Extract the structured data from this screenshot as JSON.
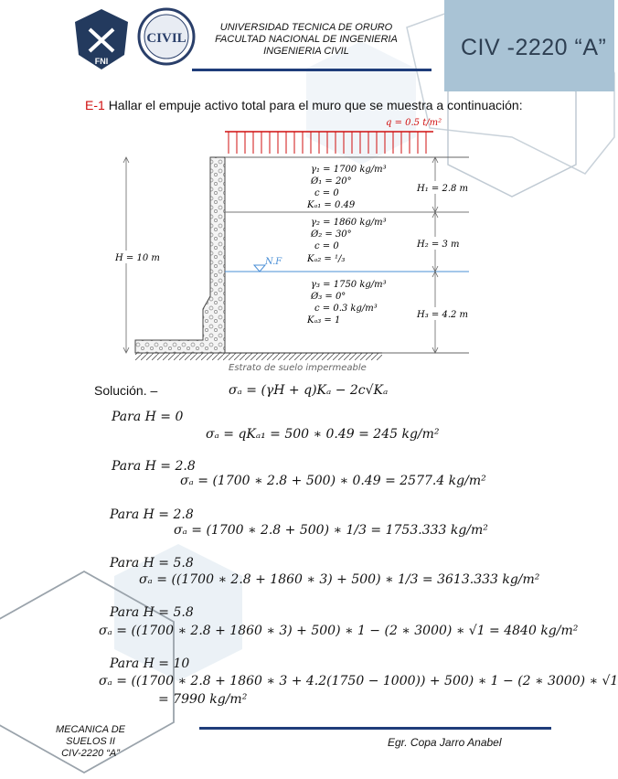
{
  "header": {
    "uni": "UNIVERSIDAD TECNICA DE ORURO",
    "faculty": "FACULTAD NACIONAL DE INGENIERIA",
    "career": "INGENIERIA CIVIL",
    "course": "CIV -2220 “A”",
    "logo_left": "FNI",
    "logo_right": "CIVIL"
  },
  "problem": {
    "label": "E-1",
    "statement": "Hallar el empuje activo total para el muro que se muestra a continuación:"
  },
  "figure": {
    "load": "q = 0.5  t/m²",
    "total_height": "H = 10  m",
    "water_table": "N.F",
    "stratum": "Estrato de suelo impermeable",
    "layer1": [
      "γ₁ = 1700  kg/m³",
      "Ø₁ = 20°",
      "c = 0",
      "Kₐ₁ = 0.49"
    ],
    "layer2": [
      "γ₂ = 1860  kg/m³",
      "Ø₂ = 30°",
      "c = 0",
      "Kₐ₂ = ¹/₃"
    ],
    "layer3": [
      "γ₃ = 1750  kg/m³",
      "Ø₃ = 0°",
      "c = 0.3  kg/m³",
      "Kₐ₃ = 1"
    ],
    "h1": "H₁ = 2.8  m",
    "h2": "H₂ = 3  m",
    "h3": "H₃ = 4.2  m"
  },
  "solution": {
    "label": "Solución. –",
    "formula": "σₐ = (γH + q)Kₐ − 2c√Kₐ",
    "cases": [
      {
        "cond": "Para H = 0",
        "eq": "σₐ = qKₐ₁ = 500 ∗ 0.49 = 245  kg/m²"
      },
      {
        "cond": "Para H = 2.8",
        "eq": "σₐ = (1700 ∗ 2.8 + 500) ∗ 0.49 = 2577.4  kg/m²"
      },
      {
        "cond": "Para H = 2.8",
        "eq": "σₐ = (1700 ∗ 2.8 + 500) ∗ 1/3 = 1753.333  kg/m²"
      },
      {
        "cond": "Para H = 5.8",
        "eq": "σₐ = ((1700 ∗ 2.8 + 1860 ∗ 3) + 500) ∗ 1/3 = 3613.333  kg/m²"
      },
      {
        "cond": "Para H = 5.8",
        "eq": "σₐ = ((1700 ∗ 2.8 + 1860 ∗ 3) + 500) ∗ 1 − (2 ∗ 3000) ∗ √1 = 4840  kg/m²"
      },
      {
        "cond": "Para H = 10",
        "eq": "σₐ = ((1700 ∗ 2.8 + 1860 ∗ 3 + 4.2(1750 − 1000)) + 500) ∗ 1 − (2 ∗ 3000) ∗ √1",
        "eq2": "= 7990  kg/m²"
      }
    ]
  },
  "footer": {
    "course_l1": "MECANICA DE",
    "course_l2": "SUELOS II",
    "course_l3": "CIV-2220 “A”",
    "author": "Egr. Copa Jarro Anabel"
  }
}
